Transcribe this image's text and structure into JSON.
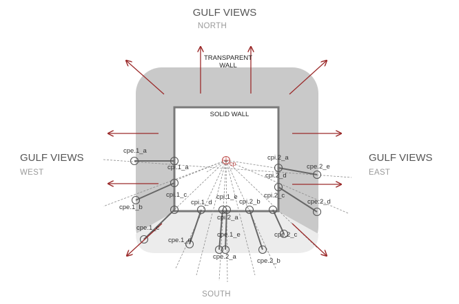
{
  "orientation": {
    "north_title": "GULF VIEWS",
    "north": "NORTH",
    "west_title": "GULF VIEWS",
    "west": "WEST",
    "east_title": "GULF VIEWS",
    "east": "EAST",
    "south": "SOUTH"
  },
  "walls": {
    "transparent_line1": "TRANSPARENT",
    "transparent_line2": "WALL",
    "solid": "SOLID WALL"
  },
  "center_point": "cp",
  "points": {
    "cpe_1_a": "cpe.1_a",
    "cpi_1_a": "cpi.1_a",
    "cpe_1_b": "cpe.1_b",
    "cpi_1_c": "cpi.1_c",
    "cpi_1_d": "cpi.1_d",
    "cpe_1_c": "cpe.1_c",
    "cpe_1_d": "cpe.1_d",
    "cpi_1_e": "cpi.1_e",
    "cpi_2_a": "cpi.2_a",
    "cpe_1_e": "cpe.1_e",
    "cpe_2_a": "cpe.2_a",
    "cpi_2_b": "cpi.2_b",
    "cpe_2_b": "cpe.2_b",
    "cpe_2_c": "cpe.2_c",
    "cpi_2_c": "cpi.2_c",
    "cpe_2_d": "cpe.2_d",
    "cpi_2_d": "cpi.2_d",
    "cpi_2_a_upper": "cpi.2_a",
    "cpe_2_e": "cpe.2_e"
  },
  "colors": {
    "outer_slab": "#c9c9c9",
    "south_slab": "#ececec",
    "arrow": "#9b2a2a",
    "solid_wall": "#7a7a7a",
    "center_point": "#c0504d",
    "rays": "#8a8a8a"
  }
}
